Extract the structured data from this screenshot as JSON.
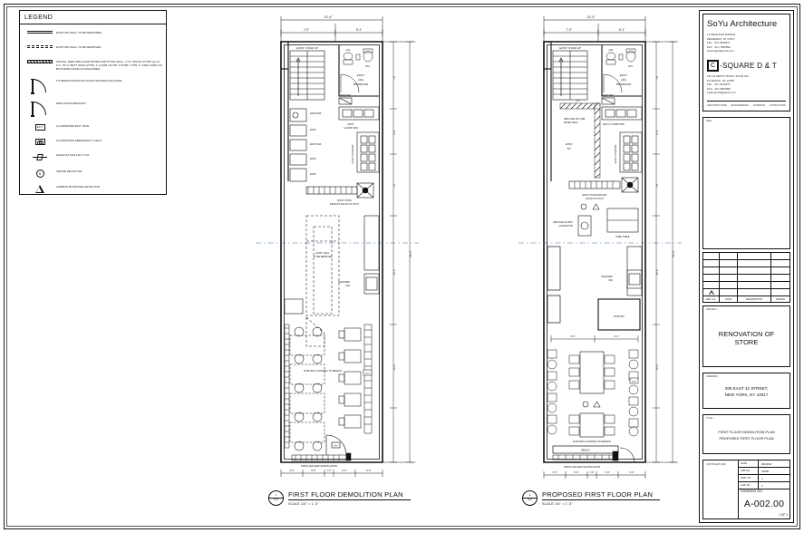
{
  "sheet": {
    "drawing_number": "A-002.00",
    "sheet_note": "1 OF 1"
  },
  "legend": {
    "title": "LEGEND",
    "items": [
      {
        "symbol": "solid-double-line",
        "label": "EXISTING WALL TO BE REMAINED."
      },
      {
        "symbol": "dashed-double-line",
        "label": "EXISTING WALL TO BE REMOVED."
      },
      {
        "symbol": "hatched-wall",
        "label": "INSTALL NEW ONE HOUR RATED PARTITION WALL. 2\"x4\" WOOD STUDS @ 16\" O.C. W/ 4\" BATT INSULATION, 1 LAYER OF 5/8\" GYP.BD. TYPE 'X' FIRE CODE ON BOTHSIDE FINISH AS REQUIRED."
      },
      {
        "symbol": "door-swing",
        "label": "TO REMAIN EXISTING DOOR OR REPLACE DOOR"
      },
      {
        "symbol": "door-swing-dashed",
        "label": "NEW DOOR DEMOUNT"
      },
      {
        "symbol": "exit-sign",
        "label": "ILLUMINATED EXIT SIGN."
      },
      {
        "symbol": "emergency-light",
        "label": "ILLUMINATED EMERGENCY LIGHT."
      },
      {
        "symbol": "exhaust-fan",
        "label": "EXHAUST FAN 100 C.F.M."
      },
      {
        "symbol": "smoke-detector",
        "label": "SMOKE DETECTOR"
      },
      {
        "symbol": "carbon-monoxide-detector",
        "label": "CARBON MONOXIDE DETECTOR"
      }
    ]
  },
  "plans": [
    {
      "id": "demolition",
      "bubble_number": "1",
      "bubble_sheet": "A-2",
      "name": "FIRST FLOOR DEMOLITION PLAN",
      "scale": "SCALE 1/4\" = 1'-0\"",
      "overall_width": "13'-4\"",
      "dim_top_left": "7'-0\"",
      "dim_top_right": "6'-1\"",
      "overall_depth": "55'-6\"",
      "room_labels": [
        "EXIST. ADA BATHROOM",
        "EXIST. KIT.",
        "EXISTING FLOORING TO REMAIN",
        "EXISTING FLOORING TO REMAIN",
        "INSTALLED NEW SLIDING DOOR",
        "EXIST. STAIR UP",
        "MOP SINK",
        "HAND SINK",
        "EXIST. 3-COMP. SINK",
        "EXIST. COUNTER",
        "EXIST. REF.",
        "HOOD"
      ],
      "bottom_dims": [
        "3'-6\"",
        "5'-0\"",
        "1'-6\"",
        "5'-0\"",
        "5'-0\""
      ],
      "right_dims": [
        "7'-6\"",
        "5'-4\"",
        "7'-4\"",
        "20'-0\"",
        "10'-0\"",
        "55'-6\""
      ]
    },
    {
      "id": "proposed",
      "bubble_number": "2",
      "bubble_sheet": "A-2",
      "name": "PROPOSED FIRST FLOOR PLAN",
      "scale": "SCALE 1/4\" = 1'-0\"",
      "overall_width": "13'-4\"",
      "dim_top_left": "7'-0\"",
      "dim_top_right": "6'-1\"",
      "overall_depth": "55'-6\"",
      "room_labels": [
        "EXIST. ADA BATHROOM",
        "EXIST. KIT.",
        "NEW ONE HR. FIRE RATED WALL",
        "PANTRY",
        "EXISTING FLOORING TO REMAIN",
        "BENCH",
        "INSTALLED NEW SLIDING DOOR",
        "EXIST. STAIR UP",
        "MOP SINK",
        "HAND SINK",
        "EXIST. 3-COMP. SINK",
        "EXIST. COUNTER",
        "PREP TABLE",
        "NEW WALK-IN BOX COOLER TOP"
      ],
      "bottom_dims": [
        "3'-6\"",
        "5'-0\"",
        "1'-6\"",
        "5'-0\"",
        "5'-0\""
      ],
      "right_dims": [
        "7'-6\"",
        "5'-4\"",
        "7'-4\"",
        "20'-0\"",
        "10'-0\"",
        "55'-6\""
      ],
      "seat_dims": [
        "5'-4\"",
        "5'-4\""
      ]
    }
  ],
  "titleblock": {
    "firm": {
      "name": "SoYu Architecture",
      "address": [
        "71 NEWLAND AVENUE",
        "DEMAREST, NJ 07627",
        "TEL : 973-3034871",
        "FAX : 347-7800896",
        "sobsngart@gmail.com"
      ]
    },
    "consultant": {
      "logo_mark": "C",
      "name": "-SQUARE D & T",
      "address": [
        "142-19 DEPOT ROAD, SUITE 201",
        "FLUSHING, NY 11358",
        "TEL : 347-3514875",
        "FAX : 347-5900896",
        "csdesign07@gmail.com"
      ]
    },
    "disciplines": [
      "ARCHITECTURE",
      "ENGINEERING",
      "INTERIOR",
      "CONSULTING"
    ],
    "seal_label": "SEAL :",
    "revisions": {
      "headers": [
        "REV. No.",
        "DATE",
        "DESCRIPTION",
        "DRAWN"
      ],
      "rows": [
        {
          "no": "",
          "date": "",
          "description": "",
          "drawn": ""
        },
        {
          "no": "",
          "date": "",
          "description": "",
          "drawn": ""
        },
        {
          "no": "",
          "date": "",
          "description": "",
          "drawn": ""
        },
        {
          "no": "",
          "date": "",
          "description": "",
          "drawn": ""
        },
        {
          "no": "",
          "date": "",
          "description": "",
          "drawn": ""
        },
        {
          "no": "",
          "date": "",
          "description": "",
          "drawn": ""
        }
      ]
    },
    "project_label": "PROJECT :",
    "project_name": "RENOVATION OF STORE",
    "address_label": "ADDRESS :",
    "project_address_line1": "205 EAST 42 STREET,",
    "project_address_line2": "NEW YORK, NY 10017",
    "title_label": "TITLE :",
    "drawing_title_line1": "FIRST FLOOR DEMOLITION PLAN",
    "drawing_title_line2": "PROPOSED FIRST FLOOR PLAN",
    "copyright_label": "COPYRIGHT 2016",
    "fields": [
      {
        "key": "DATE",
        "value": "06/22/16"
      },
      {
        "key": "JOB NO.",
        "value": "16605"
      },
      {
        "key": "DWG. BY",
        "value": "J."
      },
      {
        "key": "CHK. BY",
        "value": "Y."
      }
    ],
    "dwgno_label": "DRAWING NO."
  }
}
